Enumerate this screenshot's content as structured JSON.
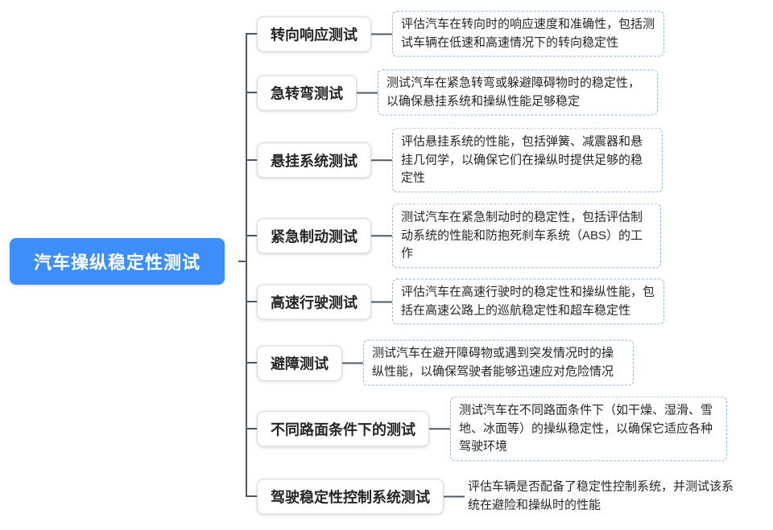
{
  "root": {
    "label": "汽车操纵稳定性测试"
  },
  "branches": [
    {
      "label": "转向响应测试",
      "description": "评估汽车在转向时的响应速度和准确性，包括测试车辆在低速和高速情况下的转向稳定性"
    },
    {
      "label": "急转弯测试",
      "description": "测试汽车在紧急转弯或躲避障碍物时的稳定性，以确保悬挂系统和操纵性能足够稳定"
    },
    {
      "label": "悬挂系统测试",
      "description": "评估悬挂系统的性能，包括弹簧、减震器和悬挂几何学，以确保它们在操纵时提供足够的稳定性"
    },
    {
      "label": "紧急制动测试",
      "description": "测试汽车在紧急制动时的稳定性，包括评估制动系统的性能和防抱死刹车系统（ABS）的工作"
    },
    {
      "label": "高速行驶测试",
      "description": "评估汽车在高速行驶时的稳定性和操纵性能，包括在高速公路上的巡航稳定性和超车稳定性"
    },
    {
      "label": "避障测试",
      "description": "测试汽车在避开障碍物或遇到突发情况时的操纵性能，以确保驾驶者能够迅速应对危险情况"
    },
    {
      "label": "不同路面条件下的测试",
      "description": "测试汽车在不同路面条件下（如干燥、湿滑、雪地、冰面等）的操纵稳定性，以确保它适应各种驾驶环境"
    },
    {
      "label": "驾驶稳定性控制系统测试",
      "description": "评估车辆是否配备了稳定性控制系统，并测试该系统在避险和操纵时的性能"
    }
  ],
  "colors": {
    "root_bg": "#3e8efa",
    "connector": "#4d5a67",
    "desc_border": "#8ab4e8",
    "node_border": "#d8d8d8",
    "text": "#262626"
  }
}
